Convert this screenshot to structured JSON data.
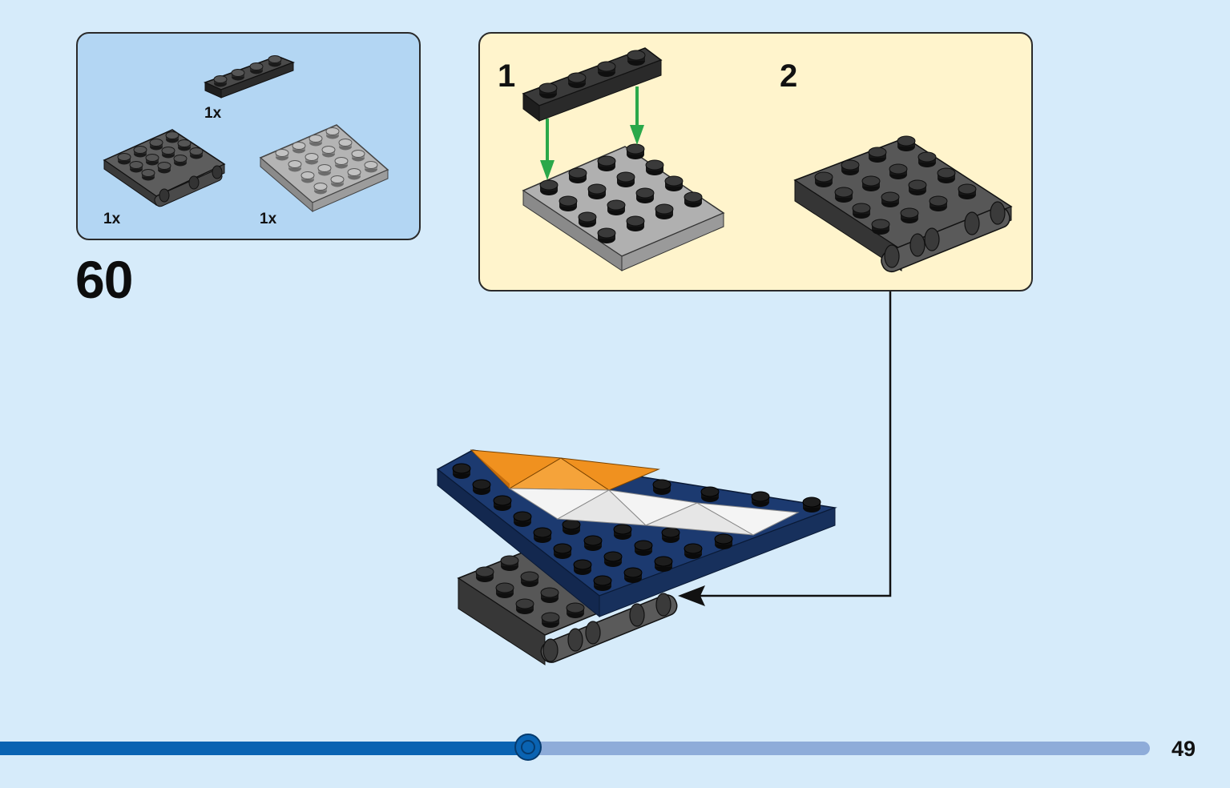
{
  "step": {
    "number": "60"
  },
  "parts": [
    {
      "name": "plate-1x4-black",
      "quantity": "1x",
      "color": "#2b2b2b"
    },
    {
      "name": "hinge-plate-4x4-dark-gray",
      "quantity": "1x",
      "color": "#5a5a5a"
    },
    {
      "name": "plate-4x4-light-gray",
      "quantity": "1x",
      "color": "#a8a8a8"
    }
  ],
  "sub_steps": [
    {
      "label": "1"
    },
    {
      "label": "2"
    }
  ],
  "colors": {
    "page_background": "#d6ebfa",
    "parts_box": "#b3d6f3",
    "sub_assembly_box": "#fff4cc",
    "progress_fill": "#0a63b2",
    "progress_track": "#8eacd9",
    "navy_wing": "#1c3a70",
    "orange_tile": "#f0911f",
    "white_tile": "#f4f4f4",
    "arrow_green": "#2aa84a"
  },
  "progress": {
    "fraction": 0.459
  },
  "page": {
    "number": "49"
  }
}
